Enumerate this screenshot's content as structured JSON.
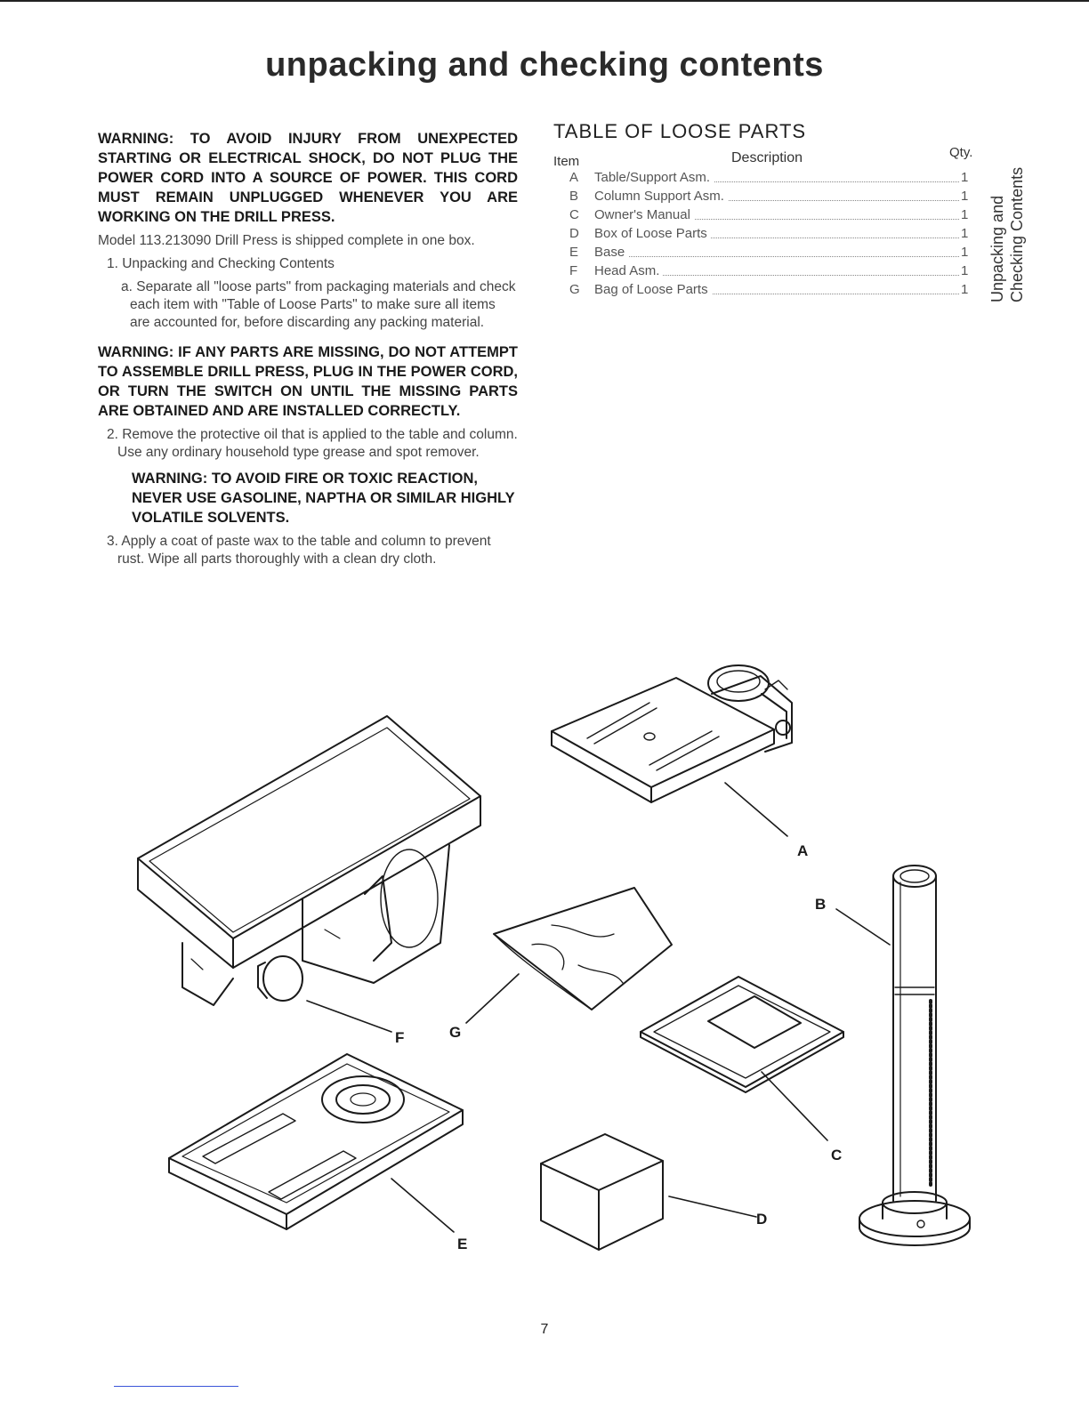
{
  "title": "unpacking and checking contents",
  "intro_warning": "WARNING: TO AVOID INJURY FROM UNEXPECTED STARTING OR ELECTRICAL SHOCK, DO NOT PLUG THE POWER CORD INTO A SOURCE OF POWER. THIS CORD MUST REMAIN UNPLUGGED WHENEVER YOU ARE WORKING ON THE DRILL PRESS.",
  "model_text": "Model 113.213090 Drill Press is shipped complete in one box.",
  "step1": "1. Unpacking and Checking Contents",
  "step1a": "a. Separate all \"loose parts\" from packaging materials and check each item with \"Table of Loose Parts\" to make sure all items are accounted for, before discarding any packing material.",
  "missing_warning": "WARNING: IF ANY PARTS ARE MISSING, DO NOT ATTEMPT TO ASSEMBLE DRILL PRESS, PLUG IN THE POWER CORD, OR TURN THE SWITCH ON UNTIL THE MISSING PARTS ARE OBTAINED AND ARE INSTALLED CORRECTLY.",
  "step2": "2. Remove the protective oil that is applied to the table and column. Use any ordinary household type grease and spot remover.",
  "fire_warning": "WARNING: TO AVOID FIRE OR TOXIC REACTION, NEVER USE GASOLINE, NAPTHA OR SIMILAR HIGHLY VOLATILE SOLVENTS.",
  "step3": "3. Apply a coat of paste wax to the table and column to prevent rust. Wipe all parts thoroughly with a clean dry cloth.",
  "loose_parts": {
    "title": "TABLE OF LOOSE PARTS",
    "col_item": "Item",
    "col_desc": "Description",
    "col_qty": "Qty.",
    "rows": [
      {
        "item": "A",
        "desc": "Table/Support Asm.",
        "qty": "1"
      },
      {
        "item": "B",
        "desc": "Column Support Asm.",
        "qty": "1"
      },
      {
        "item": "C",
        "desc": "Owner's Manual",
        "qty": "1"
      },
      {
        "item": "D",
        "desc": "Box of Loose Parts",
        "qty": "1"
      },
      {
        "item": "E",
        "desc": "Base",
        "qty": "1"
      },
      {
        "item": "F",
        "desc": "Head Asm.",
        "qty": "1"
      },
      {
        "item": "G",
        "desc": "Bag of Loose Parts",
        "qty": "1"
      }
    ]
  },
  "side_tab": {
    "line1": "Unpacking and",
    "line2": "Checking Contents"
  },
  "callouts": {
    "a": "A",
    "b": "B",
    "c": "C",
    "d": "D",
    "e": "E",
    "f": "F",
    "g": "G"
  },
  "page_number": "7",
  "colors": {
    "ink": "#1a1a1a",
    "link_rule": "#3a55d8"
  }
}
